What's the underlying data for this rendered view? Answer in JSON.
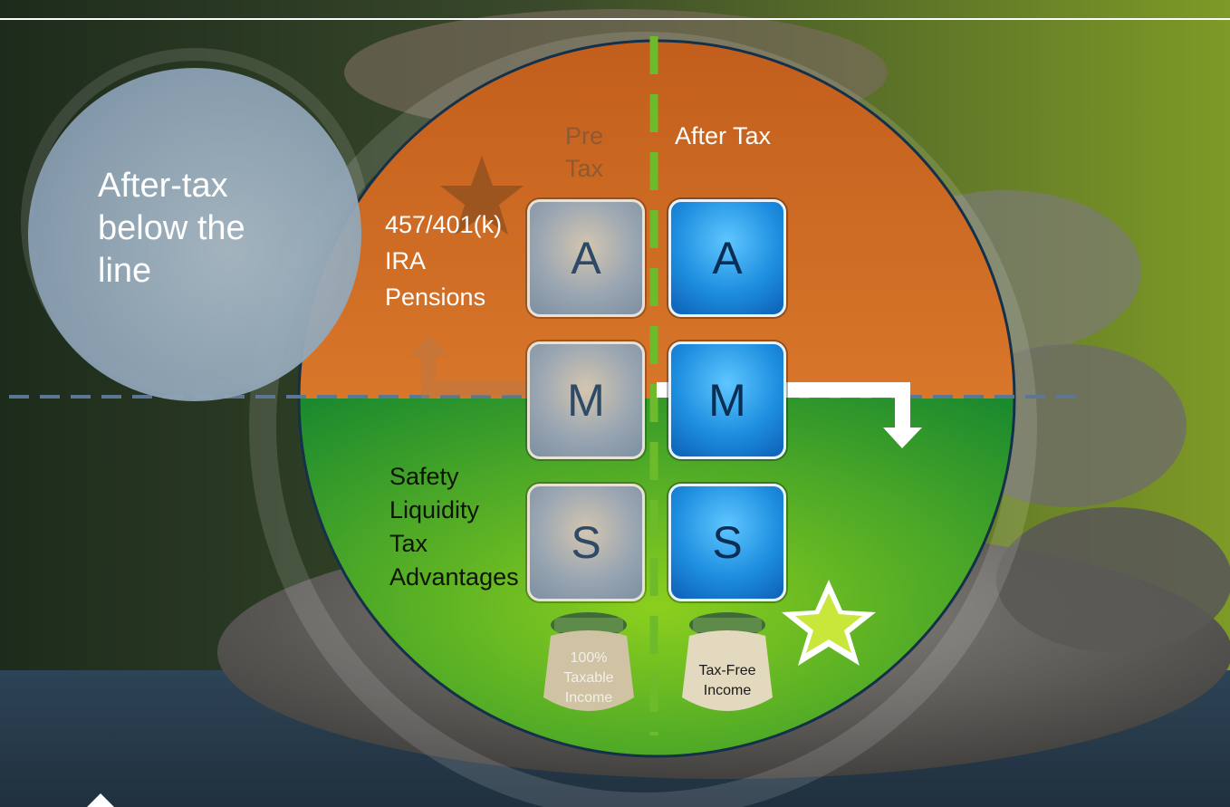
{
  "bubble": {
    "lines": [
      "After-tax",
      "below the",
      "line"
    ]
  },
  "columns": {
    "pre_tax": [
      "Pre",
      "Tax"
    ],
    "after_tax": "After Tax"
  },
  "above_line_items": [
    "457/401(k)",
    "IRA",
    "Pensions"
  ],
  "below_line_items": [
    "Safety",
    "Liquidity",
    "Tax",
    "Advantages"
  ],
  "tiles": {
    "pre_tax": [
      "A",
      "M",
      "S"
    ],
    "after_tax": [
      "A",
      "M",
      "S"
    ]
  },
  "bags": {
    "pre_tax": [
      "100%",
      "Taxable",
      "Income"
    ],
    "after_tax": [
      "Tax-Free",
      "Income"
    ]
  },
  "colors": {
    "orange_zone": "#cc6a22",
    "green_zone": "#5aa51c",
    "divider_dashes": "#6dbb2a",
    "tile_blue": "#1e8fe0",
    "tile_grey": "#9aa6b2"
  }
}
